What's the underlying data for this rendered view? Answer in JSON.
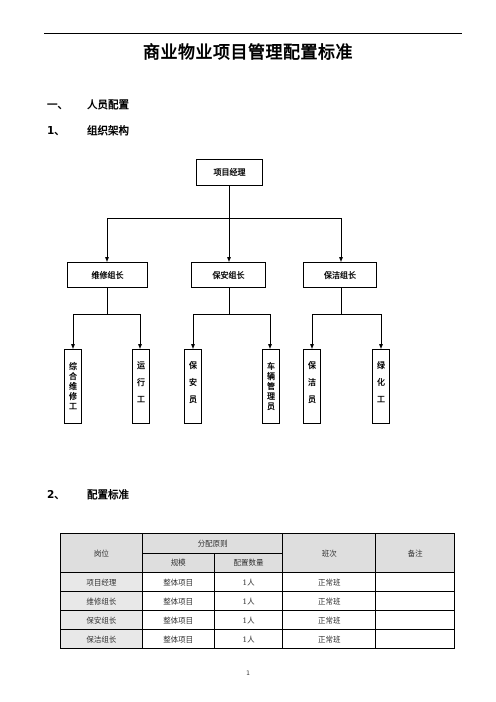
{
  "document": {
    "title": "商业物业项目管理配置标准",
    "section1": {
      "number": "一、",
      "label": "人员配置"
    },
    "sub1": {
      "number": "1、",
      "label": "组织架构"
    },
    "sub2": {
      "number": "2、",
      "label": "配置标准"
    },
    "page_number": "1"
  },
  "org_chart": {
    "root": "项目经理",
    "leaders": [
      "维修组长",
      "保安组长",
      "保洁组长"
    ],
    "staff": [
      "综合维修工",
      "运行工",
      "保安员",
      "车辆管理员",
      "保洁员",
      "绿化工"
    ]
  },
  "config_table": {
    "headers": {
      "position": "岗位",
      "allocation": "分配原则",
      "scale": "规模",
      "quantity": "配置数量",
      "shift": "班次",
      "remarks": "备注"
    },
    "rows": [
      {
        "position": "项目经理",
        "scale": "整体项目",
        "quantity": "1人",
        "shift": "正常班",
        "remarks": ""
      },
      {
        "position": "维修组长",
        "scale": "整体项目",
        "quantity": "1人",
        "shift": "正常班",
        "remarks": ""
      },
      {
        "position": "保安组长",
        "scale": "整体项目",
        "quantity": "1人",
        "shift": "正常班",
        "remarks": ""
      },
      {
        "position": "保洁组长",
        "scale": "整体项目",
        "quantity": "1人",
        "shift": "正常班",
        "remarks": ""
      }
    ]
  }
}
